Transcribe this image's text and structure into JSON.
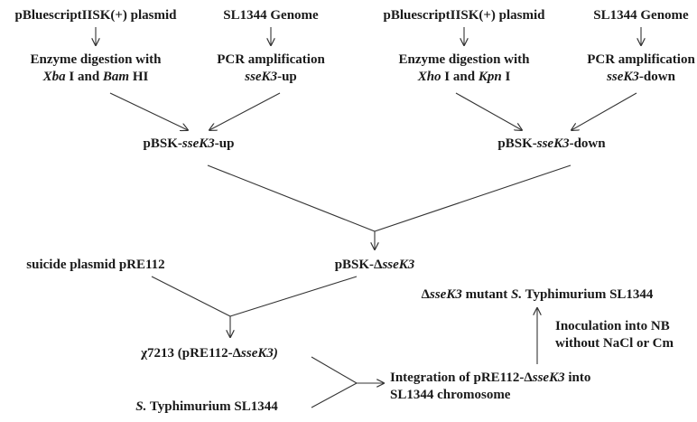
{
  "nodes": {
    "plasmid_a": [
      {
        "t": "pBluescriptIISK(+) plasmid"
      }
    ],
    "genome_a": [
      {
        "t": "SL1344 Genome"
      }
    ],
    "plasmid_b": [
      {
        "t": "pBluescriptIISK(+) plasmid"
      }
    ],
    "genome_b": [
      {
        "t": "SL1344 Genome"
      }
    ],
    "digest_a_l1": [
      {
        "t": "Enzyme digestion with"
      }
    ],
    "digest_a_l2": [
      {
        "t": "Xba",
        "i": true
      },
      {
        "t": " I and "
      },
      {
        "t": "Bam",
        "i": true
      },
      {
        "t": " HI"
      }
    ],
    "pcr_a_l1": [
      {
        "t": "PCR amplification"
      }
    ],
    "pcr_a_l2": [
      {
        "t": "sseK3",
        "i": true
      },
      {
        "t": "-up"
      }
    ],
    "digest_b_l1": [
      {
        "t": "Enzyme digestion with"
      }
    ],
    "digest_b_l2": [
      {
        "t": "Xho",
        "i": true
      },
      {
        "t": " I and "
      },
      {
        "t": "Kpn",
        "i": true
      },
      {
        "t": " I"
      }
    ],
    "pcr_b_l1": [
      {
        "t": "PCR amplification"
      }
    ],
    "pcr_b_l2": [
      {
        "t": "sseK3",
        "i": true
      },
      {
        "t": "-down"
      }
    ],
    "pbsk_up": [
      {
        "t": "pBSK-"
      },
      {
        "t": "sseK3",
        "i": true
      },
      {
        "t": "-up"
      }
    ],
    "pbsk_down": [
      {
        "t": "pBSK-"
      },
      {
        "t": "sseK3",
        "i": true
      },
      {
        "t": "-down"
      }
    ],
    "suicide": [
      {
        "t": "suicide plasmid pRE112"
      }
    ],
    "pbsk_delta": [
      {
        "t": "pBSK-Δ"
      },
      {
        "t": "sseK3",
        "i": true
      }
    ],
    "mutant": [
      {
        "t": "Δ"
      },
      {
        "t": "sseK3",
        "i": true
      },
      {
        "t": " mutant "
      },
      {
        "t": "S.",
        "i": true
      },
      {
        "t": " Typhimurium SL1344"
      }
    ],
    "inoc_l1": [
      {
        "t": "Inoculation into NB"
      }
    ],
    "inoc_l2": [
      {
        "t": "without NaCl or Cm"
      }
    ],
    "chi": [
      {
        "t": "χ7213 (pRE112-Δ"
      },
      {
        "t": "sseK3)",
        "i": true
      }
    ],
    "integ_l1": [
      {
        "t": "Integration of pRE112-Δ"
      },
      {
        "t": "sseK3",
        "i": true
      },
      {
        "t": " into"
      }
    ],
    "integ_l2": [
      {
        "t": "SL1344 chromosome"
      }
    ],
    "typhi": [
      {
        "t": "S.",
        "i": true
      },
      {
        "t": " Typhimurium SL1344"
      }
    ]
  }
}
